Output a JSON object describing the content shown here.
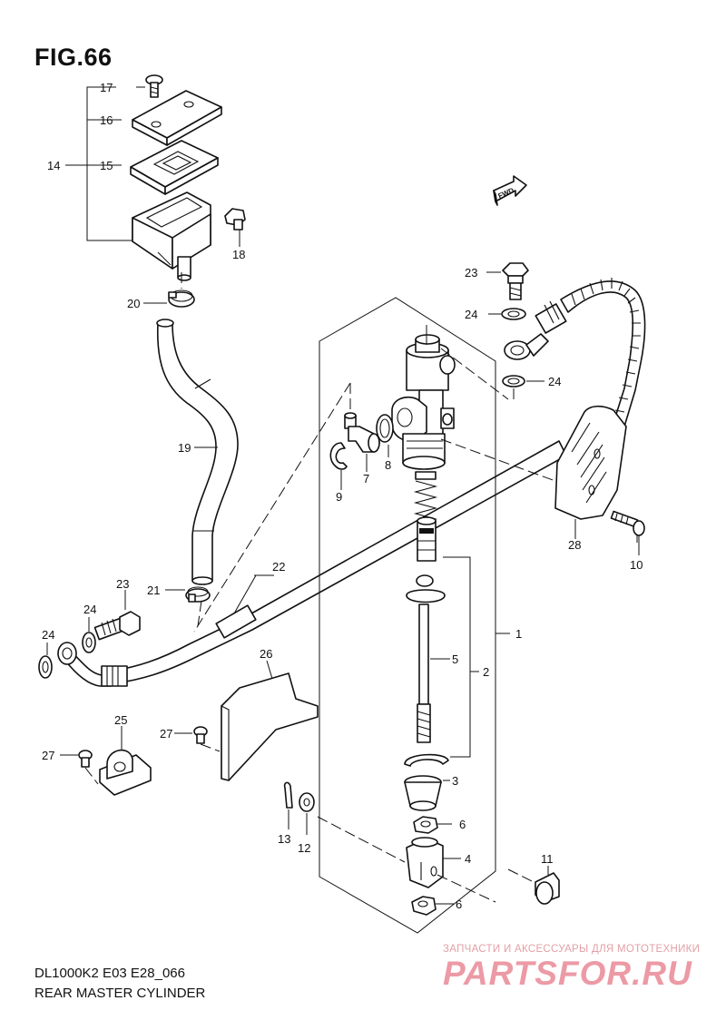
{
  "figure_title": "FIG.66",
  "footer": {
    "model_code": "DL1000K2 E03 E28_066",
    "assembly_name": "REAR MASTER CYLINDER"
  },
  "fwd_label": "FWD",
  "watermark": {
    "caption": "ЗАПЧАСТИ И АКСЕССУАРЫ ДЛЯ МОТОТЕХНИКИ",
    "logo_text": "PARTSFOR.RU"
  },
  "callouts": {
    "c1": "1",
    "c2": "2",
    "c3": "3",
    "c4": "4",
    "c5": "5",
    "c6a": "6",
    "c6b": "6",
    "c7": "7",
    "c8": "8",
    "c9": "9",
    "c10": "10",
    "c11": "11",
    "c12": "12",
    "c13": "13",
    "c14": "14",
    "c15": "15",
    "c16": "16",
    "c17": "17",
    "c18": "18",
    "c19": "19",
    "c20": "20",
    "c21": "21",
    "c22": "22",
    "c23a": "23",
    "c23b": "23",
    "c24a": "24",
    "c24b": "24",
    "c24c": "24",
    "c24d": "24",
    "c25": "25",
    "c26": "26",
    "c27a": "27",
    "c27b": "27",
    "c28": "28"
  }
}
